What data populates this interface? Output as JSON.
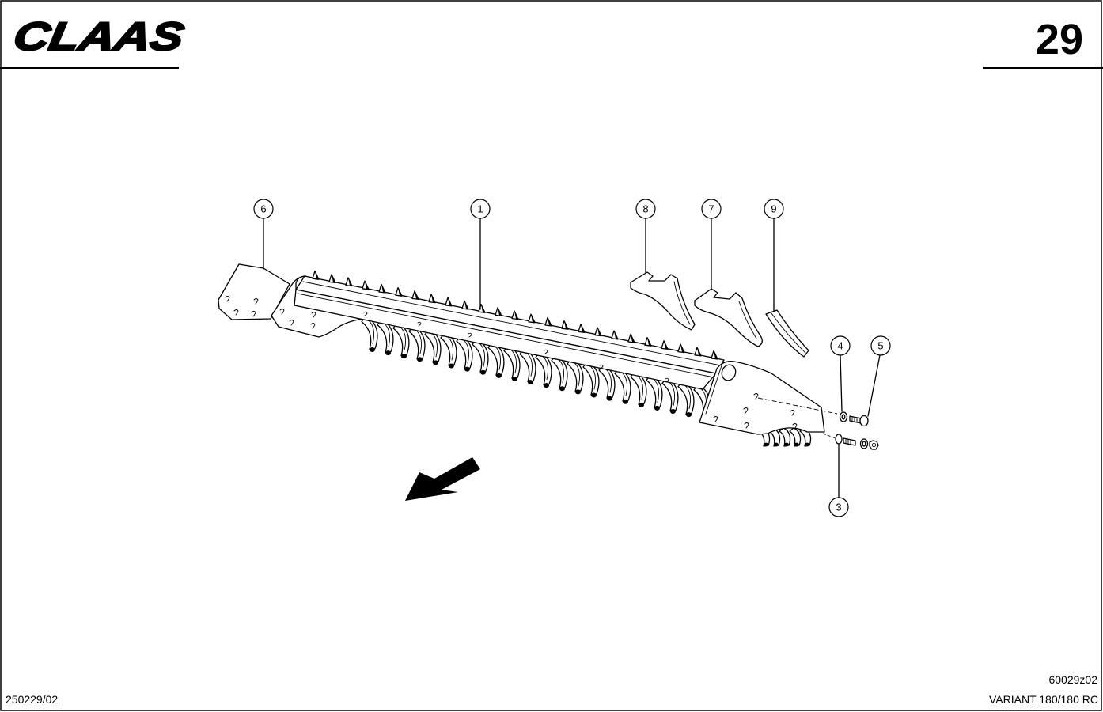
{
  "header": {
    "logo": "CLAAS",
    "page_number": "29"
  },
  "diagram": {
    "callouts": [
      {
        "label": "6"
      },
      {
        "label": "1"
      },
      {
        "label": "8"
      },
      {
        "label": "7"
      },
      {
        "label": "9"
      },
      {
        "label": "4"
      },
      {
        "label": "5"
      },
      {
        "label": "3"
      }
    ]
  },
  "footer": {
    "drawing_number": "60029z02",
    "document_code": "250229/02",
    "model": "VARIANT 180/180 RC"
  }
}
